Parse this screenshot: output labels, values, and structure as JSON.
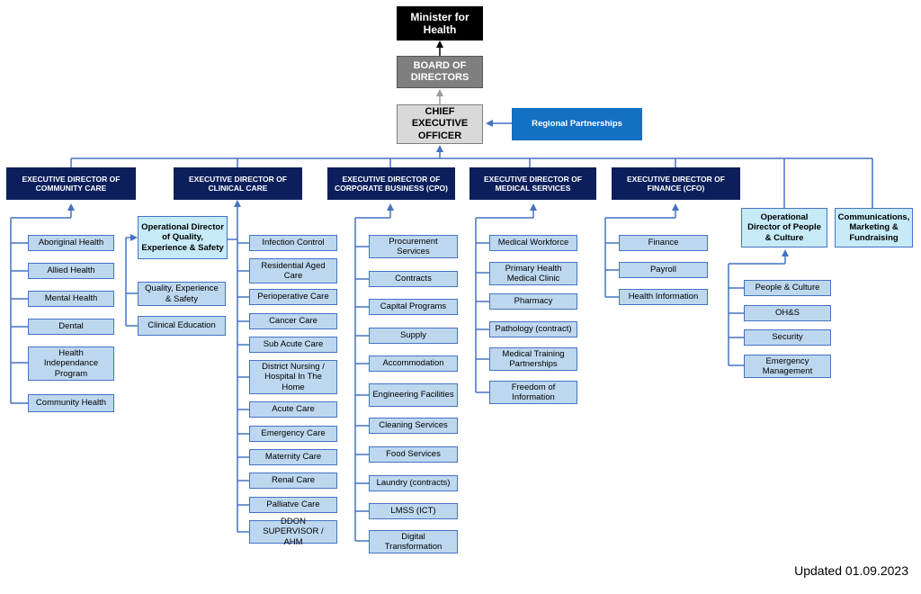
{
  "minister": "Minister for Health",
  "board": "BOARD OF DIRECTORS",
  "ceo": "CHIEF EXECUTIVE OFFICER",
  "regional": "Regional Partnerships",
  "exec": {
    "community": "EXECUTIVE DIRECTOR OF COMMUNITY CARE",
    "clinical": "EXECUTIVE DIRECTOR OF CLINICAL CARE",
    "corporate": "EXECUTIVE DIRECTOR OF CORPORATE BUSINESS (CPO)",
    "medical": "EXECUTIVE DIRECTOR OF MEDICAL SERVICES",
    "finance": "EXECUTIVE DIRECTOR OF FINANCE (CFO)"
  },
  "op_people": "Operational Director of People & Culture",
  "comms": "Communications, Marketing & Fundraising",
  "op_quality": "Operational Director of Quality, Experience & Safety",
  "community_items": [
    "Aboriginal Health",
    "Allied Health",
    "Mental Health",
    "Dental",
    "Health Independance Program",
    "Community Health"
  ],
  "quality_items": [
    "Quality, Experience & Safety",
    "Clinical Education"
  ],
  "clinical_items": [
    "Infection Control",
    "Residential Aged Care",
    "Perioperative Care",
    "Cancer Care",
    "Sub Acute Care",
    "District Nursing / Hospital In The Home",
    "Acute Care",
    "Emergency Care",
    "Maternity Care",
    "Renal Care",
    "Palliatve Care",
    "DDON SUPERVISOR / AHM"
  ],
  "corporate_items": [
    "Procurement Services",
    "Contracts",
    "Capital Programs",
    "Supply",
    "Accommodation",
    "Engineering Facilities",
    "Cleaning Services",
    "Food Services",
    "Laundry (contracts)",
    "LMSS (ICT)",
    "Digital Transformation"
  ],
  "medical_items": [
    "Medical Workforce",
    "Primary Health Medical Clinic",
    "Pharmacy",
    "Pathology (contract)",
    "Medical Training Partnerships",
    "Freedom of Information"
  ],
  "finance_items": [
    "Finance",
    "Payroll",
    "Health Information"
  ],
  "people_items": [
    "People & Culture",
    "OH&S",
    "Security",
    "Emergency Management"
  ],
  "updated": "Updated 01.09.2023",
  "colors": {
    "line": "#4472c4",
    "exec_bg": "#0c1f5c",
    "sub_bg": "#bdd7ee",
    "regional_bg": "#1470c2",
    "board_bg": "#7f7f7f",
    "ceo_bg": "#d9d9d9"
  }
}
